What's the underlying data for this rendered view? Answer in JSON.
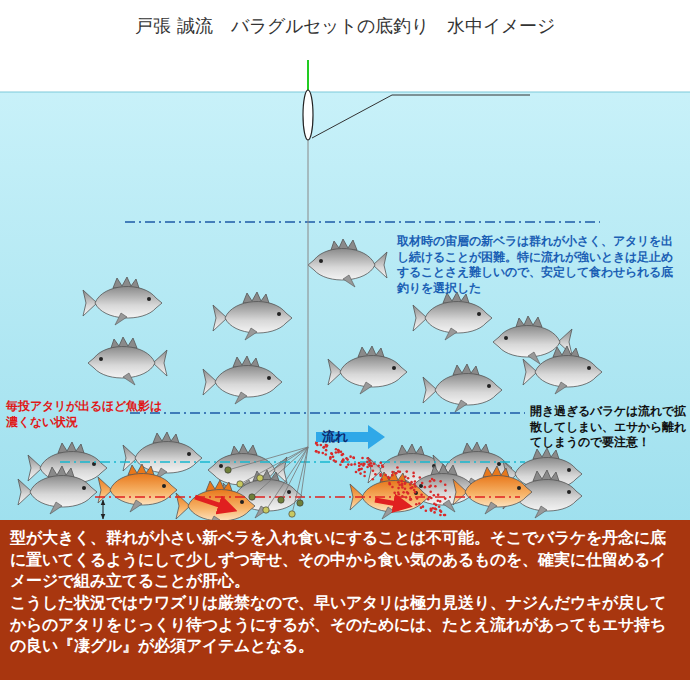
{
  "diagram": {
    "title": "戸張 誠流　バラグルセットの底釣り　水中イメージ",
    "nodes": [
      {
        "text": [
          "型が大きく、群れが小さい新ベラを入れ食いにすることは不可能。そこでバラケを丹念に底に置いてくるようにして少しずつ寄せ、その中から食い気のあるものを、確実に仕留めるイメージで組み立てることが肝心。",
          "こうした状況ではウワズリは厳禁なので、早いアタリは極力見送り、ナジんだウキが戻してからのアタリをじっくり待つようにするが、そのためには、たとえ流れがあってもエサ持ちの良い『凄グル』が必須アイテムとなる。"
        ]
      }
    ],
    "labels": [
      "取材時の宙層の新ベラは群れが小さく、アタリを出し続けることが困難。特に流れが強いときは足止めすることさえ難しいので、安定して食わせられる底釣りを選択した",
      "毎投アタリが出るほど魚影は濃くない状況",
      "流れ",
      "開き過ぎるバラケは流れで拡散してしまい、エサから離れてしまうので要注意！"
    ]
  }
}
